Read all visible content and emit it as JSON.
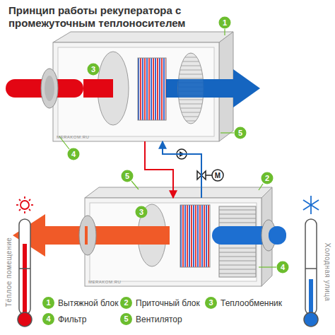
{
  "diagram": {
    "title": "Принцип работы рекуператора с промежуточным теплоносителем",
    "nodes": [
      {
        "text": [
          "MERAKOM.RU"
        ]
      },
      {
        "text": [
          "MERAKOM.RU"
        ]
      }
    ],
    "edges": [
      {
        "from": 0,
        "to": 1,
        "arrow": "to"
      },
      {
        "from": 1,
        "to": 0,
        "arrow": "to"
      }
    ],
    "labels": [
      "1",
      "3",
      "4",
      "5",
      "5",
      "3",
      "2",
      "4",
      "M",
      "Тёплое помещение",
      "Холодная улица",
      "1",
      "2",
      "3",
      "4",
      "5"
    ],
    "legend": [
      {
        "text": "Вытяжной блок",
        "color": "#6cbd2e"
      },
      {
        "text": "Приточный блок",
        "color": "#6cbd2e"
      },
      {
        "text": "Теплообменник",
        "color": "#6cbd2e"
      },
      {
        "text": "Фильтр",
        "color": "#6cbd2e"
      },
      {
        "text": "Вентилятор",
        "color": "#6cbd2e"
      }
    ]
  }
}
